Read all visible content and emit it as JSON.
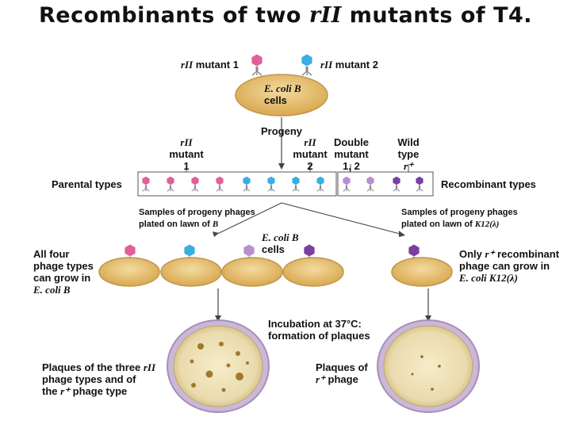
{
  "title": {
    "prefix": "Recombinants of two ",
    "gene": "rII",
    "suffix": " mutants of T4."
  },
  "top": {
    "mutant1_gene": "rII",
    "mutant1_text": " mutant 1",
    "mutant2_gene": "rII",
    "mutant2_text": " mutant 2",
    "cell_line1": "E. coli B",
    "cell_line2": "cells",
    "progeny": "Progeny"
  },
  "columns": {
    "c1": {
      "l1": "rII",
      "l2": "mutant",
      "l3": "1"
    },
    "c2": {
      "l1": "rII",
      "l2": "mutant",
      "l3": "2"
    },
    "c3": {
      "l1": "Double",
      "l2": "mutant",
      "l3": "1, 2"
    },
    "c4": {
      "l1": "Wild",
      "l2": "type",
      "l3": "r⁺"
    }
  },
  "row": {
    "parental": "Parental types",
    "recombinant": "Recombinant types"
  },
  "samples": {
    "left_l1": "Samples of progeny phages",
    "left_l2_pre": "plated on lawn of ",
    "left_l2_it": "B",
    "right_l1": "Samples of progeny phages",
    "right_l2_pre": "plated on lawn of ",
    "right_l2_it": "K12(λ)",
    "mid_l1": "E. coli B",
    "mid_l2": "cells"
  },
  "left_note": {
    "l1": "All four",
    "l2": "phage types",
    "l3": "can grow in",
    "l4": "E. coli B"
  },
  "right_note": {
    "l1_pre": "Only ",
    "l1_it": "r⁺",
    "l1_post": " recombinant",
    "l2": "phage can grow in",
    "l3": "E. coli K12(λ)"
  },
  "incubation": {
    "l1": "Incubation at 37°C:",
    "l2": "formation of plaques"
  },
  "bottom_left": {
    "l1_pre": "Plaques of the three ",
    "l1_it": "rII",
    "l2": "phage types and of",
    "l3_pre": "the ",
    "l3_it": "r⁺",
    "l3_post": " phage type"
  },
  "bottom_right": {
    "l1": "Plaques of",
    "l2_it": "r⁺",
    "l2_post": " phage"
  },
  "colors": {
    "pink": "#e0609a",
    "blue": "#3aaee0",
    "lilac": "#b98fd0",
    "purple": "#7a3fa0",
    "cell": "#e6c173",
    "plate": "#ede0b8"
  }
}
